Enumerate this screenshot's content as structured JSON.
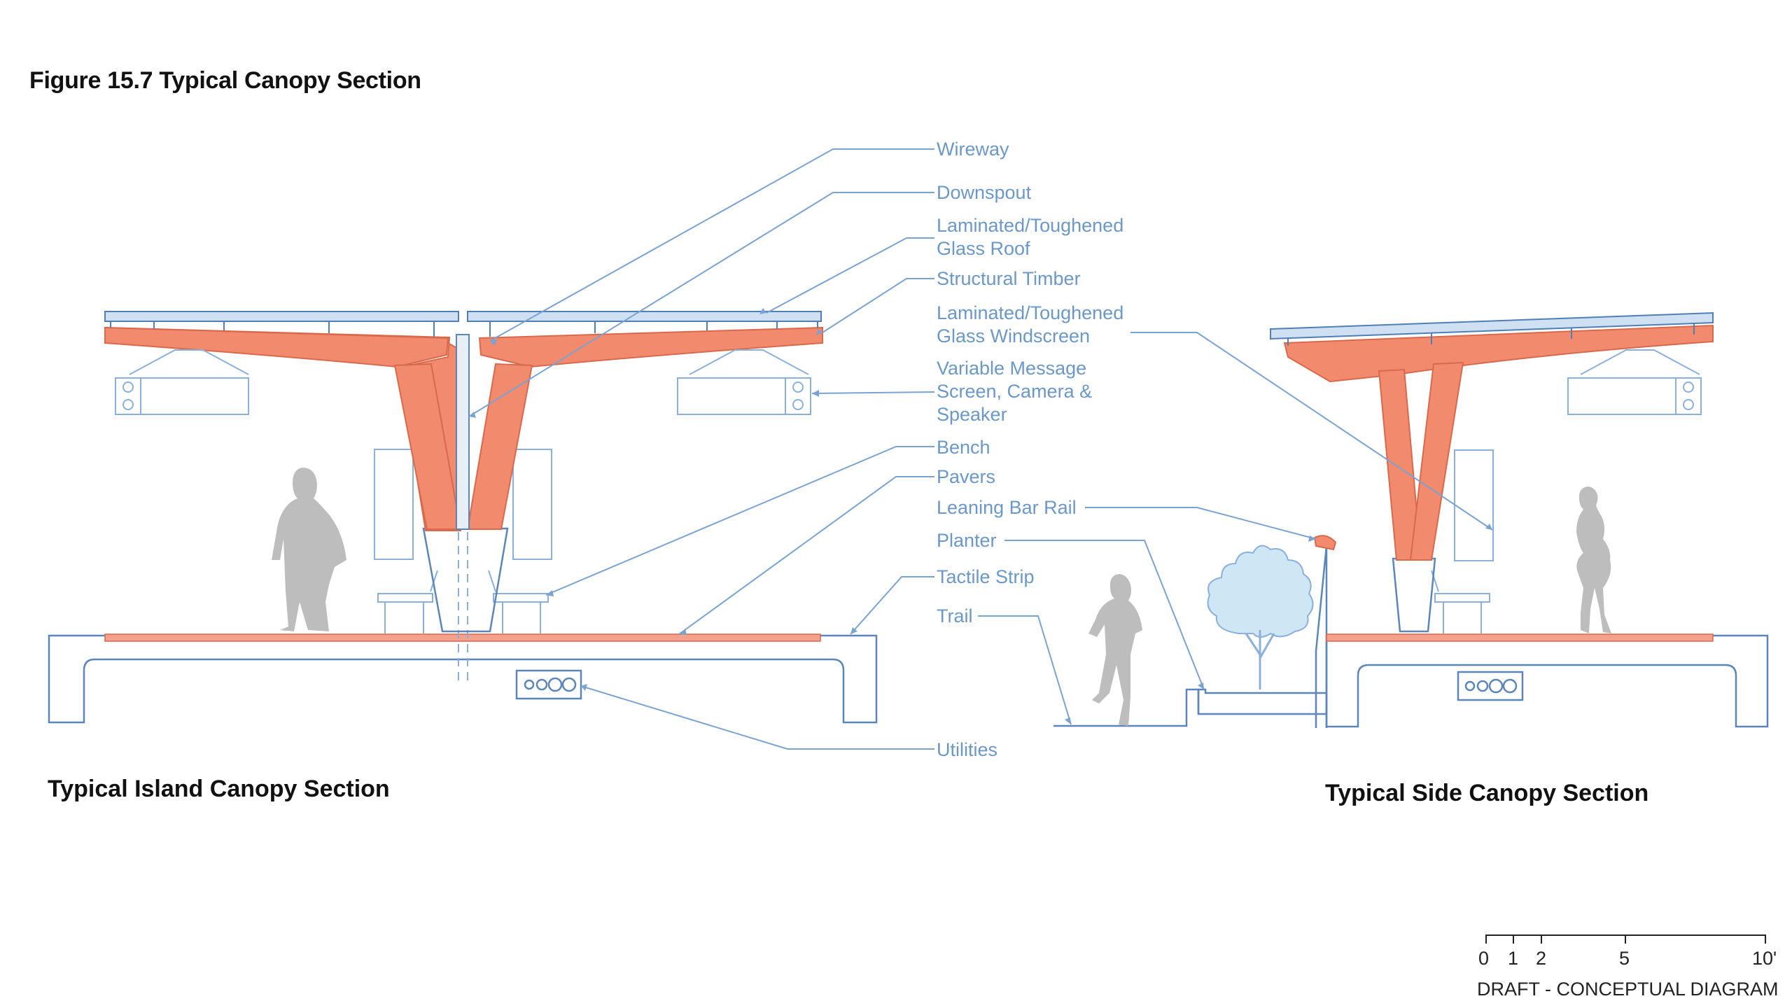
{
  "figure_title": "Figure 15.7 Typical Canopy Section",
  "labels": {
    "wireway": "Wireway",
    "downspout": "Downspout",
    "glass_roof_1": "Laminated/Toughened",
    "glass_roof_2": "Glass Roof",
    "structural_timber": "Structural Timber",
    "windscreen_1": "Laminated/Toughened",
    "windscreen_2": "Glass Windscreen",
    "vms_1": "Variable Message",
    "vms_2": "Screen, Camera &",
    "vms_3": "Speaker",
    "bench": "Bench",
    "pavers": "Pavers",
    "leaning_bar_rail": "Leaning Bar Rail",
    "planter": "Planter",
    "tactile_strip": "Tactile Strip",
    "trail": "Trail",
    "utilities": "Utilities"
  },
  "section_titles": {
    "island": "Typical Island Canopy Section",
    "side": "Typical Side Canopy Section"
  },
  "scale_bar": {
    "ticks": [
      "0",
      "1",
      "2",
      "5",
      "10'"
    ],
    "note": "DRAFT - CONCEPTUAL DIAGRAM"
  },
  "colors": {
    "timber": "#f28a6d",
    "linework": "#5c85ba",
    "label_text": "#6b98c9",
    "figures": "#bdbdbd"
  }
}
